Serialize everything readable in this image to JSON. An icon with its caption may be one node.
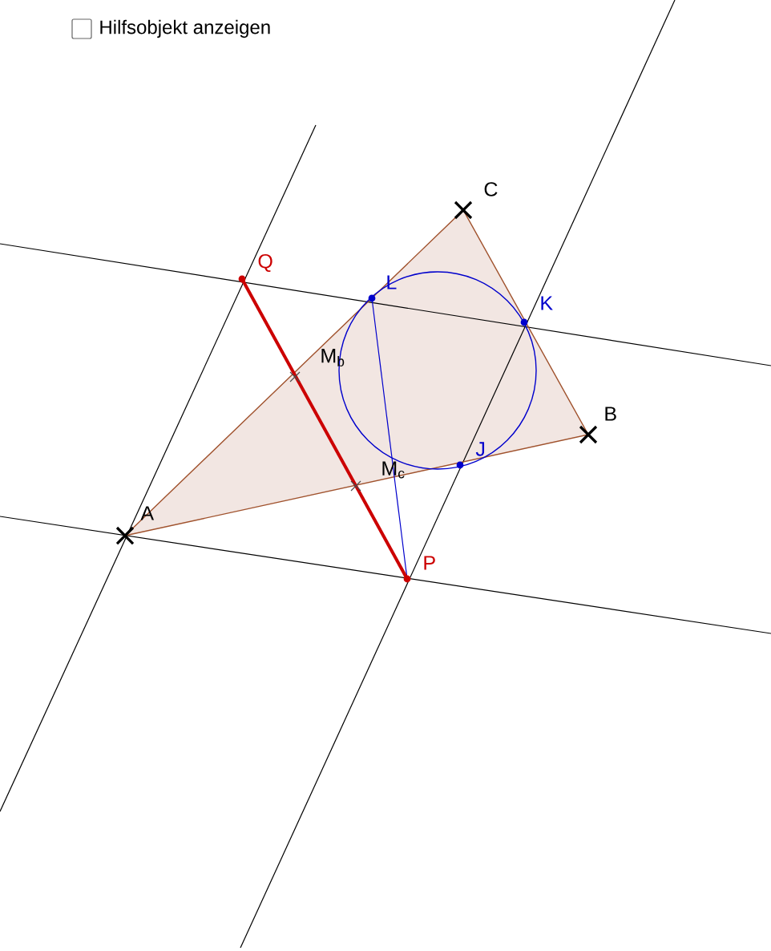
{
  "diagram": {
    "labels": [
      "Hilfsobjekt anzeigen",
      "C",
      "Q",
      "L",
      "K",
      "M$_{b}$",
      "B",
      "J",
      "M$_{c}$",
      "A",
      "P"
    ]
  }
}
